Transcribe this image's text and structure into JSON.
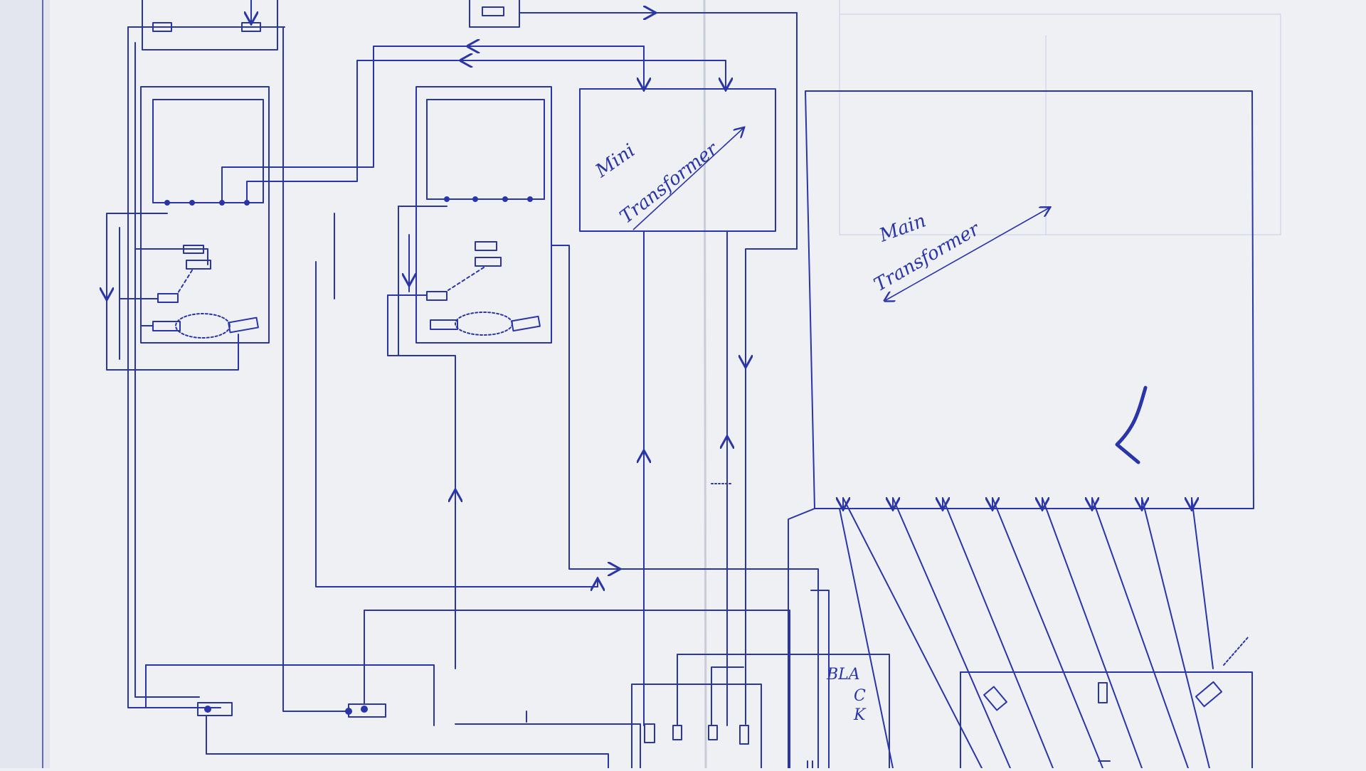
{
  "diagram": {
    "ink_color": "#2a35a8",
    "faint_ink_color": "#8a96cc",
    "paper_color": "#eef0f4",
    "labels": {
      "mini_line1": "Mini",
      "mini_line2": "Transformer",
      "main_line1": "Main",
      "main_line2": "Transformer",
      "black_1": "BLA",
      "black_2": "C",
      "black_3": "K"
    }
  }
}
